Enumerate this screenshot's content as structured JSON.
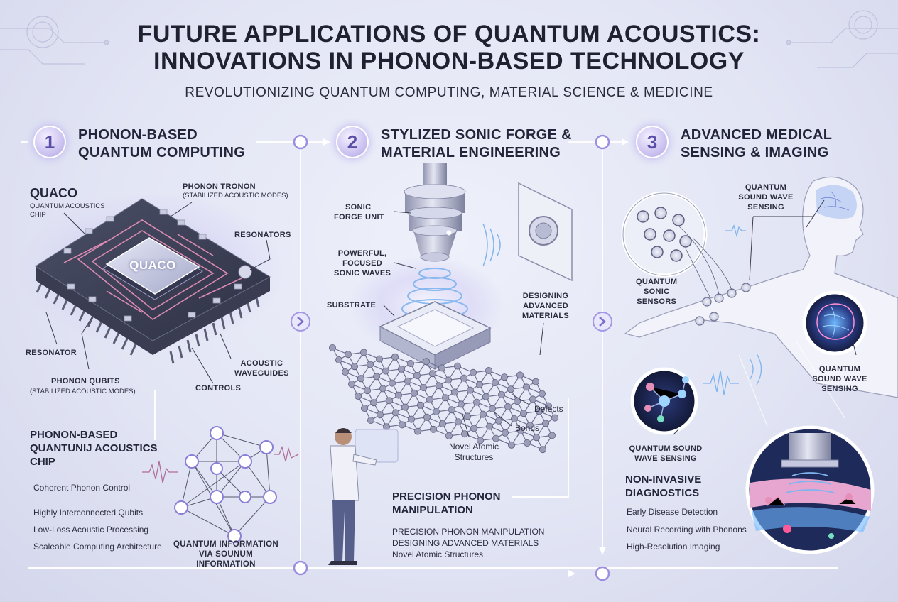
{
  "header": {
    "title_line1": "FUTURE APPLICATIONS OF QUANTUM ACOUSTICS:",
    "title_line2": "INNOVATIONS IN PHONON-BASED TECHNOLOGY",
    "subtitle": "REVOLUTIONIZING QUANTUM COMPUTING, MATERIAL SCIENCE & MEDICINE"
  },
  "sections": [
    {
      "number": "1",
      "heading_line1": "PHONON-BASED",
      "heading_line2": "QUANTUM COMPUTING",
      "quaco_title": "QUACO",
      "quaco_sub_line1": "QUANTUM ACOUSTICS",
      "quaco_sub_line2": "CHIP",
      "chip_label": "QUACO",
      "labels": {
        "phonon_tronon": "PHONON TRONON",
        "phonon_tronon_sub": "(STABILIZED ACOUSTIC MODES)",
        "resonators": "RESONATORS",
        "resonator": "RESONATOR",
        "phonon_qubits": "PHONON QUBITS",
        "phonon_qubits_sub": "(STABILIZED ACOUSTIC MODES)",
        "acoustic_line1": "ACOUSTIC",
        "acoustic_line2": "WAVEGUIDES",
        "controls": "CONTROLS"
      },
      "subhead_line1": "PHONON-BASED",
      "subhead_line2": "QUANTUNIJ ACOUSTICS",
      "subhead_line3": "CHIP",
      "bullets": [
        "Coherent Phonon Control",
        "Highly Interconnected Qubits",
        "Low-Loss Acoustic Processing",
        "Scaleable Computing Architecture"
      ],
      "network_caption_line1": "QUANTUM INFORMATION",
      "network_caption_line2": "VIA SOUNUM INFORMATION"
    },
    {
      "number": "2",
      "heading_line1": "STYLIZED SONIC FORGE &",
      "heading_line2": "MATERIAL ENGINEERING",
      "labels": {
        "sonic_line1": "SONIC",
        "sonic_line2": "FORGE UNIT",
        "powerful_line1": "POWERFUL,",
        "powerful_line2": "FOCUSED",
        "powerful_line3": "SONIC WAVES",
        "substrate": "SUBSTRATE",
        "designing_line1": "DESIGNING",
        "designing_line2": "ADVANCED",
        "designing_line3": "MATERIALS",
        "defects": "Defects",
        "bonds": "Bonds",
        "novel_line1": "Novel Atomic",
        "novel_line2": "Structures"
      },
      "subhead_line1": "PRECISION PHONON",
      "subhead_line2": "MANIPULATION",
      "bullets": [
        "PRECISION PHONON MANIPULATION",
        "DESIGNING ADVANCED MATERIALS",
        "Novel Atomic Structures"
      ]
    },
    {
      "number": "3",
      "heading_line1": "ADVANCED MEDICAL",
      "heading_line2": "SENSING & IMAGING",
      "labels": {
        "qsws_top_line1": "QUANTUM",
        "qsws_top_line2": "SOUND WAVE",
        "qsws_top_line3": "SENSING",
        "sensors_line1": "QUANTUM",
        "sensors_line2": "SONIC",
        "sensors_line3": "SENSORS",
        "qsws_right_line1": "QUANTUM",
        "qsws_right_line2": "SOUND WAVE",
        "qsws_right_line3": "SENSING",
        "qsws_bottom_line1": "QUANTUM SOUND",
        "qsws_bottom_line2": "WAVE SENSING"
      },
      "subhead_line1": "NON-INVASIVE",
      "subhead_line2": "DIAGNOSTICS",
      "bullets": [
        "Early Disease Detection",
        "Neural Recording with Phonons",
        "High-Resolution Imaging"
      ]
    }
  ],
  "colors": {
    "accent": "#9a8ee0",
    "glow": "#b8b0f2",
    "chip_dark": "#3e4256",
    "pink_trace": "#e58fb8",
    "blue_wave": "#7fb4ef",
    "atom": "#8c8fa6"
  }
}
